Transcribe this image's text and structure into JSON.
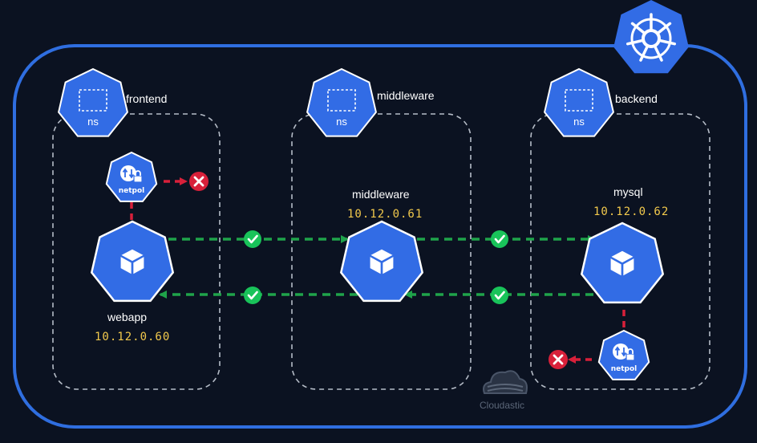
{
  "cluster": {
    "icon": "kubernetes-helm-wheel-icon",
    "colors": {
      "background": "#0b1221",
      "cluster_border": "#2f6ee0",
      "k8s_blue": "#326ce5",
      "namespace_border": "#b5bcc7",
      "allowed": "#1fa34a",
      "check": "#19c35a",
      "denied": "#d8203a",
      "ip_text": "#f2c94c"
    }
  },
  "namespaces": [
    {
      "label": "frontend",
      "badge": "ns"
    },
    {
      "label": "middleware",
      "badge": "ns"
    },
    {
      "label": "backend",
      "badge": "ns"
    }
  ],
  "pods": [
    {
      "name": "webapp",
      "ip": "10.12.0.60",
      "icon": "cube-icon"
    },
    {
      "name": "middleware",
      "ip": "10.12.0.61",
      "icon": "cube-icon"
    },
    {
      "name": "mysql",
      "ip": "10.12.0.62",
      "icon": "cube-icon"
    }
  ],
  "policies": [
    {
      "label": "netpol",
      "icon": "network-policy-lock-icon",
      "status": "denied-external"
    },
    {
      "label": "netpol",
      "icon": "network-policy-lock-icon",
      "status": "denied-external"
    }
  ],
  "flows": [
    {
      "from": "webapp",
      "to": "middleware",
      "status": "allowed"
    },
    {
      "from": "middleware",
      "to": "mysql",
      "status": "allowed"
    },
    {
      "from": "mysql",
      "to": "middleware",
      "status": "allowed"
    },
    {
      "from": "middleware",
      "to": "webapp",
      "status": "allowed"
    }
  ],
  "watermark": "Cloudastic"
}
